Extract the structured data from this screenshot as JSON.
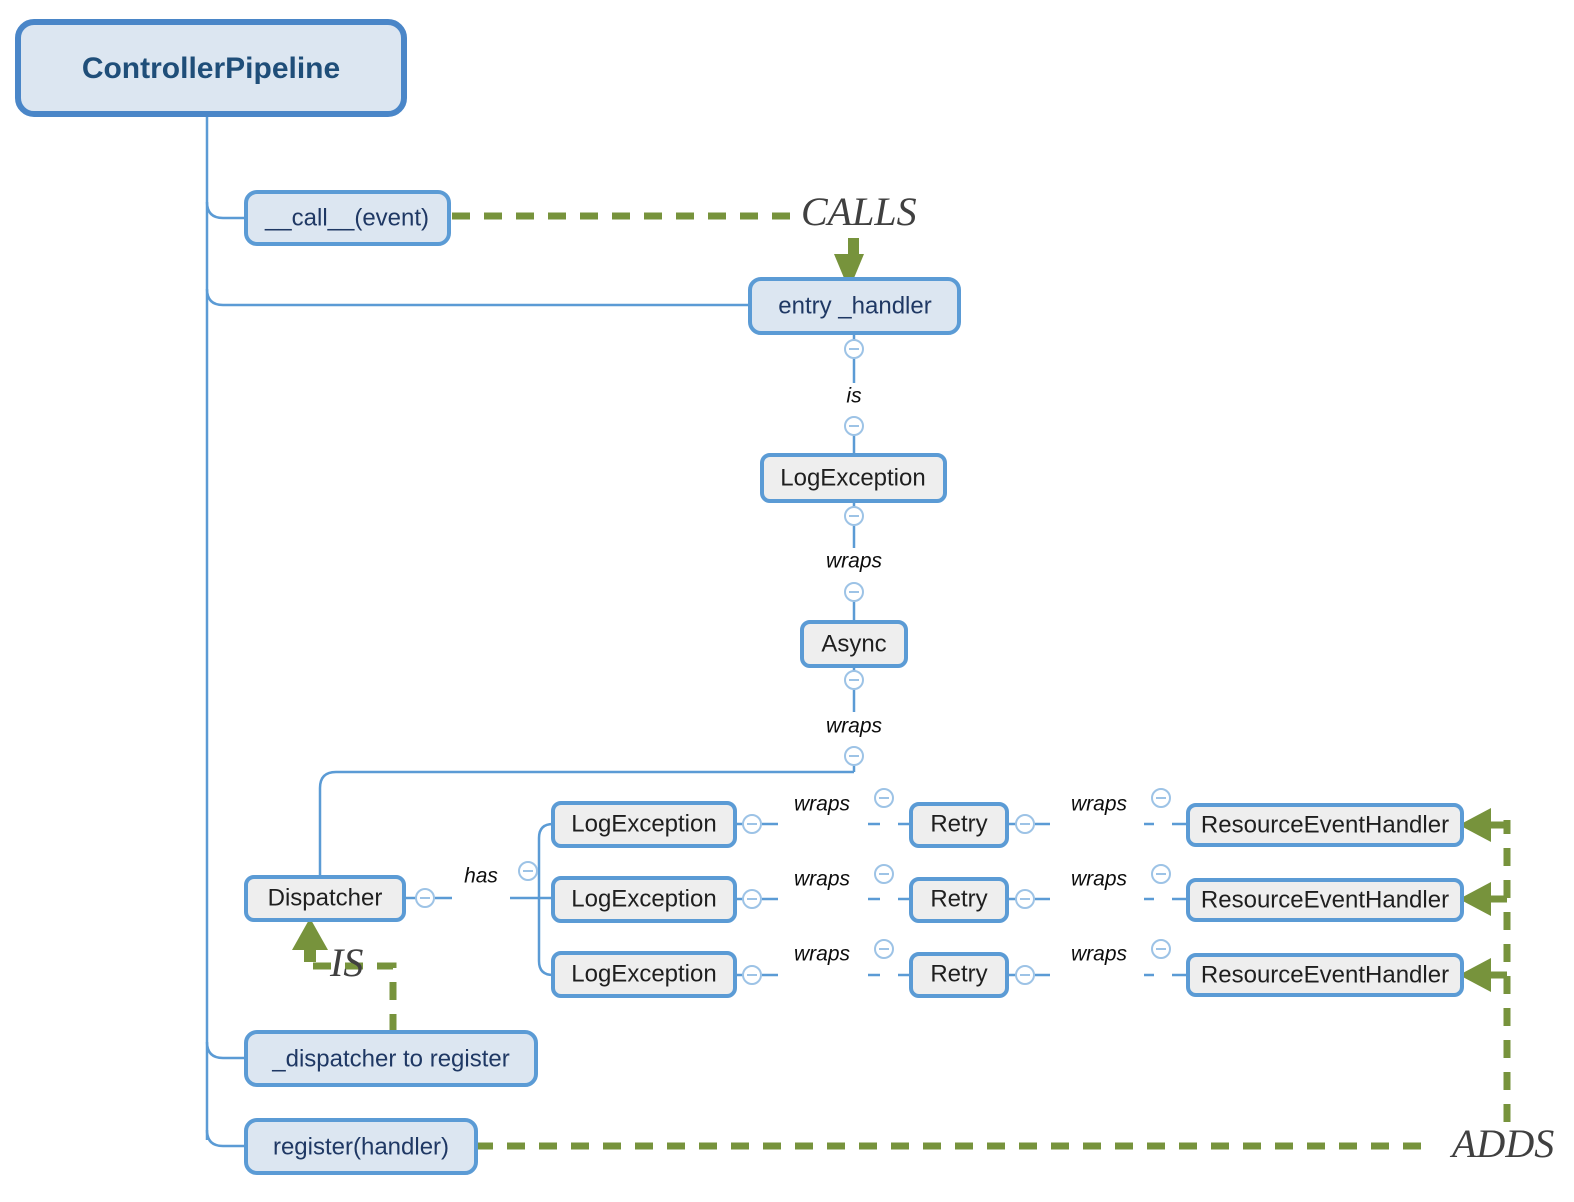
{
  "diagram": {
    "title": "ControllerPipeline",
    "root": {
      "label": "ControllerPipeline"
    },
    "nodes": {
      "call_event": "__call__(event)",
      "entry_handler": "entry _handler",
      "log_exception_top": "LogException",
      "async": "Async",
      "dispatcher": "Dispatcher",
      "dispatcher_to_register": "_dispatcher to register",
      "register_handler": "register(handler)",
      "log_exception_1": "LogException",
      "log_exception_2": "LogException",
      "log_exception_3": "LogException",
      "retry_1": "Retry",
      "retry_2": "Retry",
      "retry_3": "Retry",
      "resource_event_handler_1": "ResourceEventHandler",
      "resource_event_handler_2": "ResourceEventHandler",
      "resource_event_handler_3": "ResourceEventHandler"
    },
    "relations": {
      "is_entry_to_log": "is",
      "wraps_log_to_async": "wraps",
      "wraps_async_to_dispatcher": "wraps",
      "has_dispatcher": "has",
      "wraps_log1_retry1": "wraps",
      "wraps_log2_retry2": "wraps",
      "wraps_log3_retry3": "wraps",
      "wraps_retry1_reh1": "wraps",
      "wraps_retry2_reh2": "wraps",
      "wraps_retry3_reh3": "wraps"
    },
    "annotations": {
      "calls": "CALLS",
      "is": "IS",
      "adds": "ADDS"
    },
    "colors": {
      "node_fill_gray": "#eeeeee",
      "node_fill_blue": "#dce6f1",
      "node_stroke": "#5b9bd5",
      "edge": "#5b9bd5",
      "accent_green": "#77933c",
      "root_text": "#1f4e79",
      "annotation_text": "#404040"
    }
  }
}
